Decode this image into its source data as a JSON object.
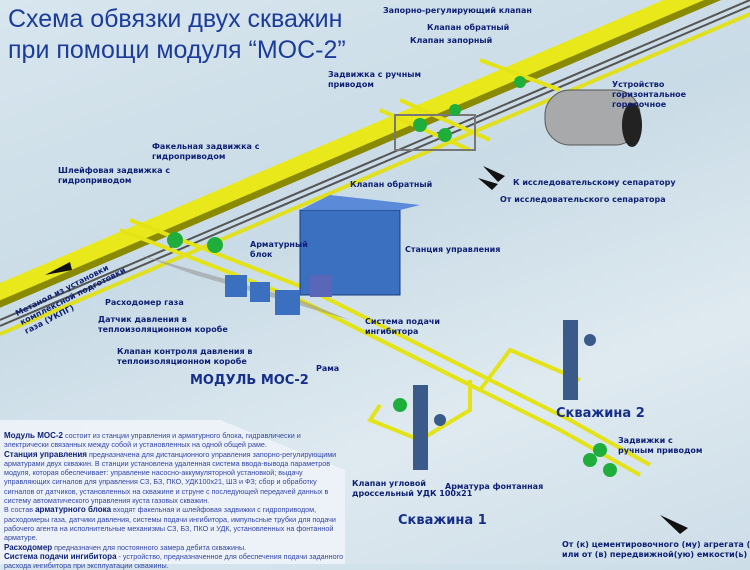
{
  "title": {
    "line1": "Схема обвязки двух скважин",
    "line2": "при помощи модуля “МОС-2”"
  },
  "labels": {
    "zrk": "Запорно-регулирующий клапан",
    "check_valve_top": "Клапан обратный",
    "shutoff_valve": "Клапан запорный",
    "manual_gate_1": "Задвижка с ручным",
    "manual_gate_2": "приводом",
    "burner_1": "Устройство",
    "burner_2": "горизонтальное",
    "burner_3": "горелочное",
    "check_valve_mid": "Клапан обратный",
    "to_separator": "К исследовательскому сепаратору",
    "from_separator": "От исследовательского сепаратора",
    "flare_1": "Факельная задвижка с",
    "flare_2": "гидроприводом",
    "loop_1": "Шлейфовая задвижка с",
    "loop_2": "гидроприводом",
    "armature_1": "Арматурный",
    "armature_2": "блок",
    "station": "Станция управления",
    "methanol_1": "Метанол из установки",
    "methanol_2": "комплексной подготовки",
    "methanol_3": "газа (УКПГ)",
    "flowmeter": "Расходомер газа",
    "pressure_1": "Датчик давления в",
    "pressure_2": "теплоизоляционном коробе",
    "inhibitor_1": "Система подачи",
    "inhibitor_2": "ингибитора",
    "pcv_1": "Клапан контроля давления  в",
    "pcv_2": "теплоизоляционном коробе",
    "frame": "Рама",
    "module": "МОДУЛЬ МОС-2",
    "well2": "Скважина 2",
    "gates_1": "Задвижки с",
    "gates_2": "ручным приводом",
    "udk_1": "Клапан угловой",
    "udk_2": "дроссельный УДК 100х21",
    "xmas": "Арматура фонтанная",
    "well1": "Скважина 1",
    "cement_1": "От (к) цементировочного (му) агрегата (у)",
    "cement_2": "или от (в) передвижной(ую) емкости(ь)"
  },
  "description": [
    {
      "bold": "Модуль МОС-2",
      "text": " состоит из станции управления и арматурного блока, гидравлически и электрически связанных между собой и установленных на одной общей раме."
    },
    {
      "bold": "Станция управления",
      "text": " предназначена для дистанционного управления запорно-регулирующими арматурами двух скважин. В станции установлена удаленная система ввода-вывода параметров модуля, которая обеспечивает: управление насосно-аккумуляторной установкой; выдачу управляющих сигналов для управления СЗ, БЗ, ПКО, УДК100х21, ШЗ и ФЗ; сбор и обработку сигналов от датчиков, установленных на скважине и струне с последующей передачей данных в систему автоматического управления куста газовых скважин."
    },
    {
      "pre": "В состав ",
      "bold": "арматурного блока",
      "text": " входят факельная и шлейфовая задвижки с гидроприводом, расходомеры газа, датчики давления, системы подачи ингибитора, импульсные трубки для подачи рабочего агента на исполнительные механизмы СЗ, БЗ, ПКО и УДК, установленных на фонтанной арматуре."
    },
    {
      "bold": "Расходомер",
      "text": " предназначен для постоянного замера дебита скважины."
    },
    {
      "bold": "Система подачи ингибитора",
      "text": " - устройство, предназначенное для обеспечения подачи заданного расхода ингибитора при эксплуатации скважины."
    }
  ],
  "colors": {
    "pipe": "#e8e81a",
    "equipment": "#3b6fc0",
    "valve": "#1fae3c",
    "label": "#0d1f74"
  }
}
